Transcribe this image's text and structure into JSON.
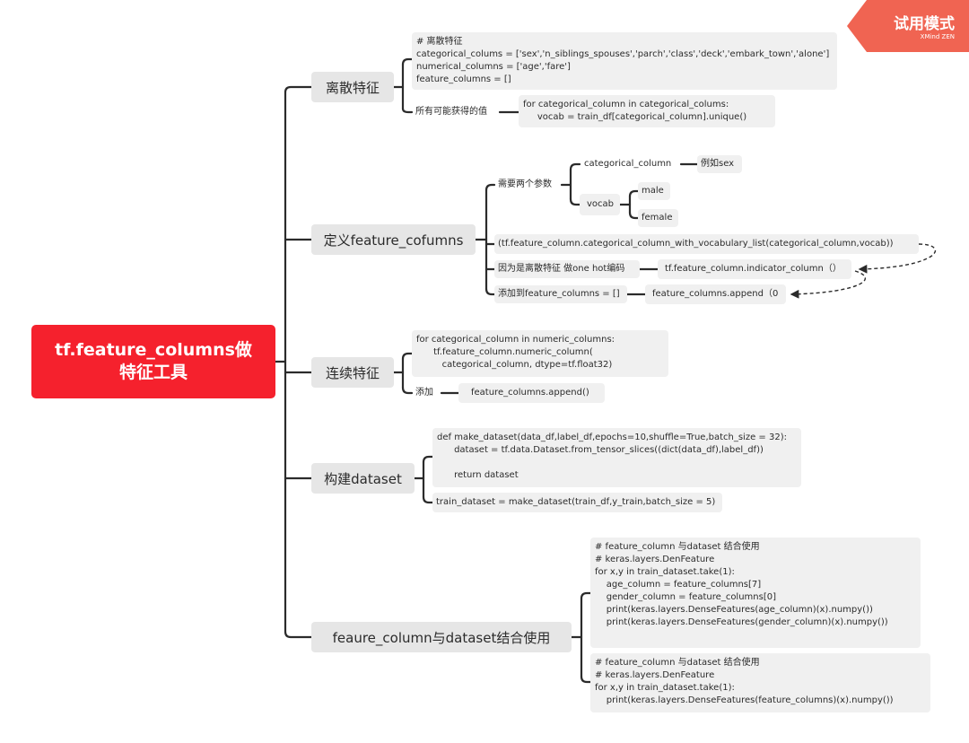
{
  "root": {
    "line1": "tf.feature_columns做",
    "line2": "特征工具"
  },
  "badge": {
    "title": "试用模式",
    "subtitle": "XMind ZEN"
  },
  "branches": {
    "discrete": {
      "label": "离散特征",
      "code": "# 离散特征\ncategorical_colums = ['sex','n_siblings_spouses','parch','class','deck','embark_town','alone']\nnumerical_columns = ['age','fare']\nfeature_columns = []",
      "values_label": "所有可能获得的值",
      "values_code": "for categorical_column in categorical_colums:\n     vocab = train_df[categorical_column].unique()"
    },
    "define": {
      "label": "定义feature_cofumns",
      "params_label": "需要两个参数",
      "cat_col": "categorical_column",
      "example": "例如sex",
      "vocab": "vocab",
      "male": "male",
      "female": "female",
      "vocab_list": "(tf.feature_column.categorical_column_with_vocabulary_list(categorical_column,vocab))",
      "onehot_label": "因为是离散特征 做one hot编码",
      "indicator": "tf.feature_column.indicator_column（）",
      "add_label": "添加到feature_columns = []",
      "append": "feature_columns.append（0"
    },
    "continuous": {
      "label": "连续特征",
      "code": "for categorical_column in numeric_columns:\n      tf.feature_column.numeric_column(\n         categorical_column, dtype=tf.float32)",
      "add_label": "添加",
      "append": "feature_columns.append()"
    },
    "dataset": {
      "label": "构建dataset",
      "code": "def make_dataset(data_df,label_df,epochs=10,shuffle=True,batch_size = 32):\n      dataset = tf.data.Dataset.from_tensor_slices((dict(data_df),label_df))\n\n      return dataset",
      "train": "train_dataset = make_dataset(train_df,y_train,batch_size = 5)"
    },
    "combined": {
      "label": "feaure_column与dataset结合使用",
      "code1": "# feature_column 与dataset 结合使用\n# keras.layers.DenFeature\nfor x,y in train_dataset.take(1):\n    age_column = feature_columns[7]\n    gender_column = feature_columns[0]\n    print(keras.layers.DenseFeatures(age_column)(x).numpy())\n    print(keras.layers.DenseFeatures(gender_column)(x).numpy())",
      "code2": "# feature_column 与dataset 结合使用\n# keras.layers.DenFeature\nfor x,y in train_dataset.take(1):\n    print(keras.layers.DenseFeatures(feature_columns)(x).numpy())"
    }
  },
  "colors": {
    "root": "#f5212d",
    "badge": "#f06452",
    "line": "#2b2b2b",
    "node_bg": "#f0f0f0"
  }
}
